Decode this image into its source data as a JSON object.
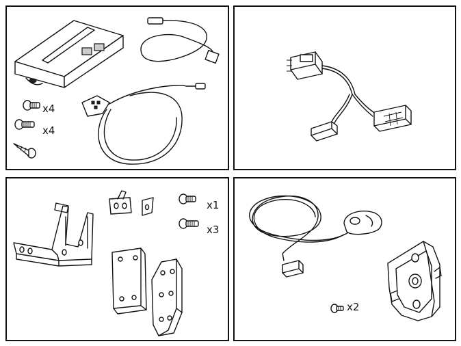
{
  "panels": {
    "p1": {
      "qty_a": "x4",
      "qty_b": "x4"
    },
    "p2": {},
    "p3": {
      "qty_a": "x1",
      "qty_b": "x3"
    },
    "p4": {
      "qty_a": "x2"
    }
  },
  "icons": {
    "p1": [
      "control-module-icon",
      "antenna-cable-icon",
      "sensor-cable-icon",
      "screw-icon",
      "screw-icon",
      "self-tapping-screw-icon"
    ],
    "p2": [
      "wiring-harness-icon"
    ],
    "p3": [
      "mounting-bracket-icon",
      "small-bracket-icon",
      "small-clip-icon",
      "screw-icon",
      "screw-icon",
      "mounting-plate-icon",
      "mounting-plate-icon"
    ],
    "p4": [
      "sensor-cable-icon",
      "connector-icon",
      "sensor-holder-icon",
      "screw-icon"
    ]
  }
}
